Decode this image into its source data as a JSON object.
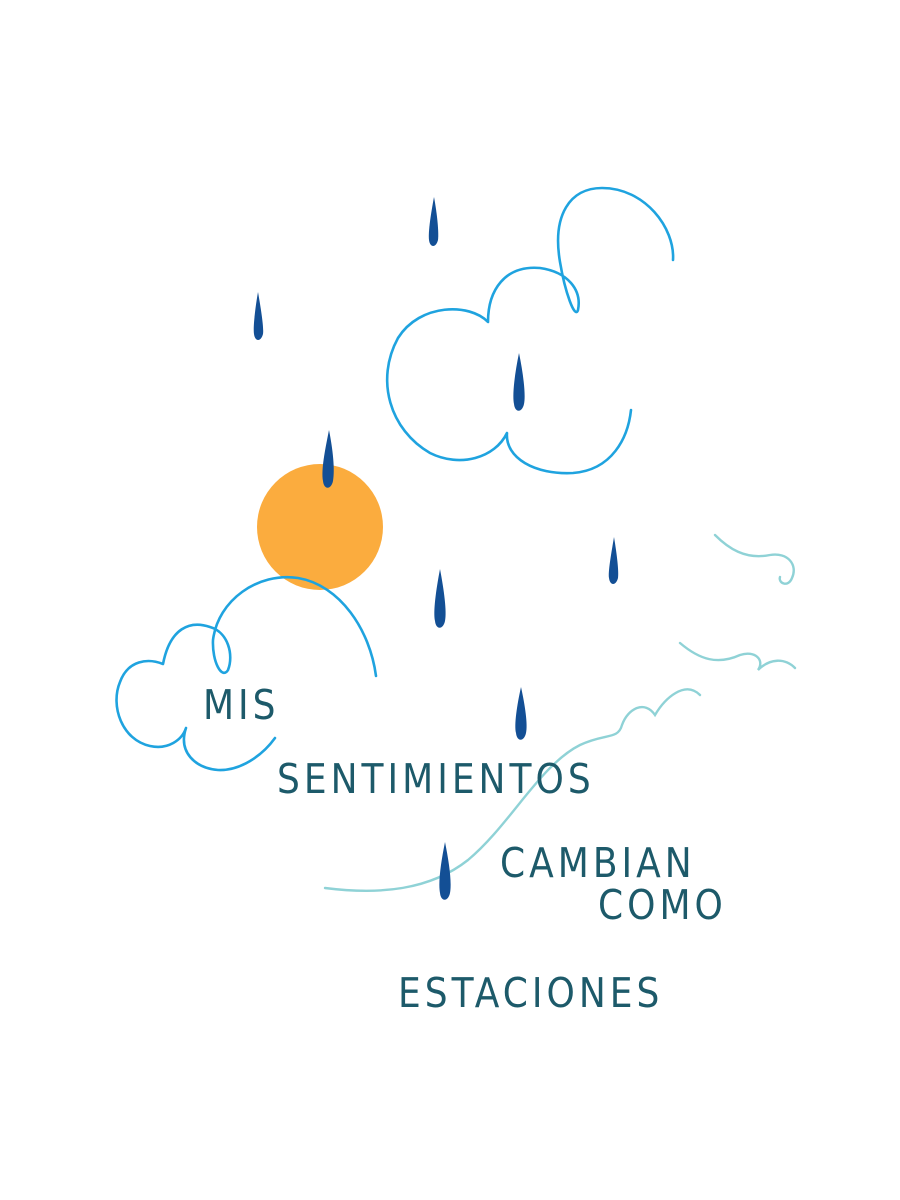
{
  "phrase": {
    "word1": "MIS",
    "word2": "SENTIMIENTOS",
    "word3": "CAMBIAN",
    "word4": "COMO",
    "word5": "ESTACIONES"
  },
  "colors": {
    "text": "#1d5a6a",
    "cloud_stroke": "#1fa3df",
    "hill_stroke": "#8fd2d6",
    "sun_fill": "#fbac3e",
    "raindrop_fill": "#134f95"
  }
}
